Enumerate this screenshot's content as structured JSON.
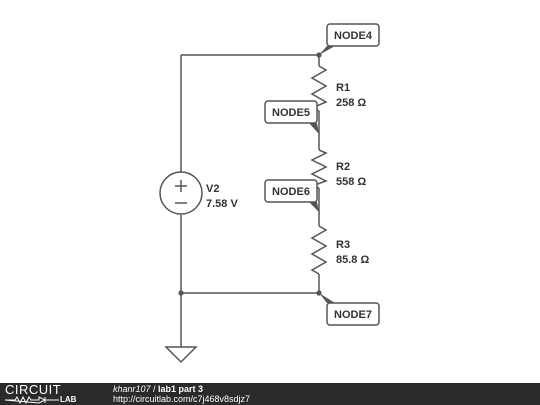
{
  "components": {
    "source": {
      "name": "V2",
      "value": "7.58 V"
    },
    "r1": {
      "name": "R1",
      "value": "258 Ω"
    },
    "r2": {
      "name": "R2",
      "value": "558 Ω"
    },
    "r3": {
      "name": "R3",
      "value": "85.8 Ω"
    }
  },
  "nodes": {
    "n4": "NODE4",
    "n5": "NODE5",
    "n6": "NODE6",
    "n7": "NODE7"
  },
  "footer": {
    "brand_top": "CIRCUIT",
    "brand_bottom": "LAB",
    "author": "khanr107",
    "separator": " / ",
    "title": "lab1 part 3",
    "url": "http://circuitlab.com/c7j468v8sdjz7"
  },
  "colors": {
    "wire": "#555555",
    "footer_bg": "#2a2a2a",
    "text": "#333333"
  }
}
